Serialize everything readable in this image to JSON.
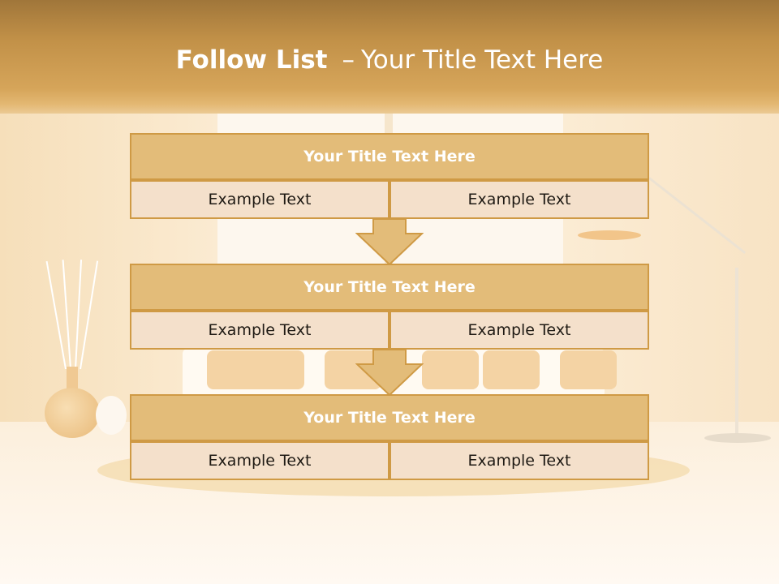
{
  "slide": {
    "title_bold": "Follow List",
    "title_dash": "–",
    "title_rest": "Your Title Text Here"
  },
  "steps": [
    {
      "title": "Your Title Text Here",
      "left": "Example Text",
      "right": "Example Text"
    },
    {
      "title": "Your Title Text Here",
      "left": "Example Text",
      "right": "Example Text"
    },
    {
      "title": "Your Title Text Here",
      "left": "Example Text",
      "right": "Example Text"
    }
  ],
  "colors": {
    "header_band": "#c29148",
    "block_title_fill": "#e3bc79",
    "block_cell_fill": "#f4e0cb",
    "block_border": "#cf9a45",
    "arrow_fill": "#e3bc79"
  },
  "icons": {
    "connector": "down-arrow-icon"
  }
}
